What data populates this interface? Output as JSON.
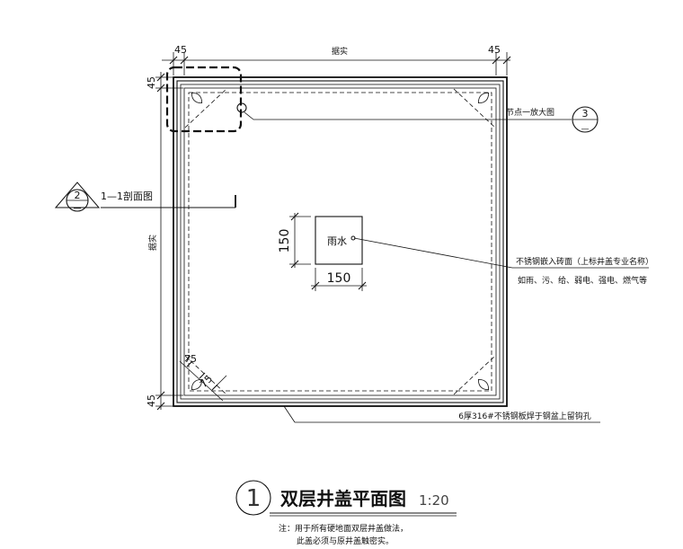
{
  "dimensions": {
    "top_left": "45",
    "top_center": "据实",
    "top_right": "45",
    "left_top": "45",
    "left_center": "据实",
    "left_bottom": "45",
    "corner_a": "75",
    "corner_b": "75"
  },
  "drain": {
    "label": "雨水",
    "width_dim": "150",
    "height_dim": "150"
  },
  "callouts": {
    "node_detail": "节点一放大图",
    "node_number": "3",
    "node_sheet": "—",
    "nameplate_line1": "不锈钢嵌入砖面（上标井盖专业名称）",
    "nameplate_line2": "如雨、污、给、弱电、强电、燃气等",
    "edge_note": "6厚316#不锈钢板焊于钢盆上留钩孔"
  },
  "section": {
    "number": "2",
    "sheet": "—",
    "label": "1—1剖面图"
  },
  "title": {
    "number": "1",
    "text": "双层井盖平面图",
    "scale": "1:20",
    "note_line1": "注：用于所有硬地面双层井盖做法，",
    "note_line2": "此盖必须与原井盖触密实。"
  }
}
